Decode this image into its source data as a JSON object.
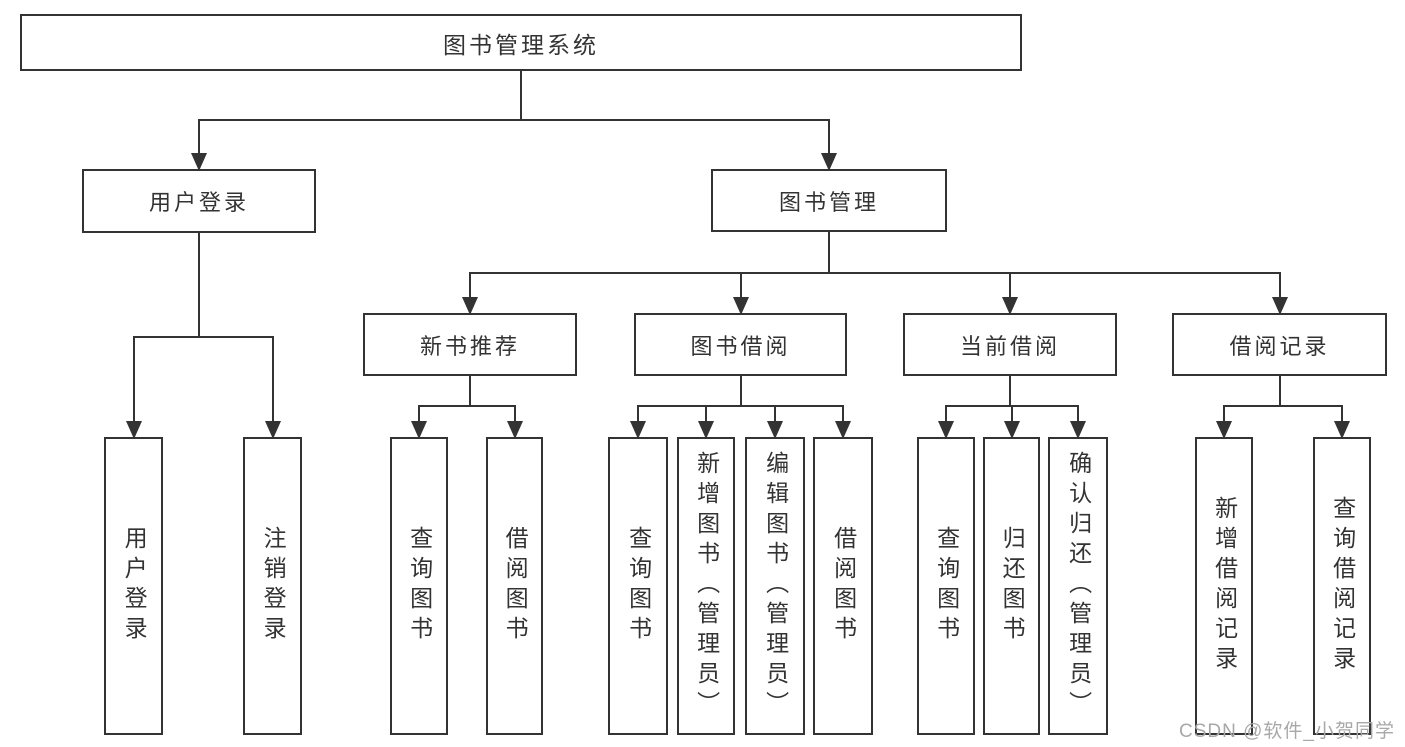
{
  "diagram": {
    "title": "图书管理系统",
    "nodes": [
      {
        "id": "root",
        "label": "图书管理系统",
        "parent": null,
        "orientation": "horizontal"
      },
      {
        "id": "user-login",
        "label": "用户登录",
        "parent": "root",
        "orientation": "horizontal"
      },
      {
        "id": "book-mgmt",
        "label": "图书管理",
        "parent": "root",
        "orientation": "horizontal"
      },
      {
        "id": "new-books",
        "label": "新书推荐",
        "parent": "book-mgmt",
        "orientation": "horizontal"
      },
      {
        "id": "book-borrow",
        "label": "图书借阅",
        "parent": "book-mgmt",
        "orientation": "horizontal"
      },
      {
        "id": "current-borrow",
        "label": "当前借阅",
        "parent": "book-mgmt",
        "orientation": "horizontal"
      },
      {
        "id": "borrow-records",
        "label": "借阅记录",
        "parent": "book-mgmt",
        "orientation": "horizontal"
      },
      {
        "id": "leaf-user-login",
        "label": "用户登录",
        "parent": "user-login",
        "orientation": "vertical"
      },
      {
        "id": "leaf-logout",
        "label": "注销登录",
        "parent": "user-login",
        "orientation": "vertical"
      },
      {
        "id": "leaf-query-books-1",
        "label": "查询图书",
        "parent": "new-books",
        "orientation": "vertical"
      },
      {
        "id": "leaf-borrow-books-1",
        "label": "借阅图书",
        "parent": "new-books",
        "orientation": "vertical"
      },
      {
        "id": "leaf-query-books-2",
        "label": "查询图书",
        "parent": "book-borrow",
        "orientation": "vertical"
      },
      {
        "id": "leaf-add-books",
        "label": "新增图书（管理员）",
        "parent": "book-borrow",
        "orientation": "vertical"
      },
      {
        "id": "leaf-edit-books",
        "label": "编辑图书（管理员）",
        "parent": "book-borrow",
        "orientation": "vertical"
      },
      {
        "id": "leaf-borrow-books-2",
        "label": "借阅图书",
        "parent": "book-borrow",
        "orientation": "vertical"
      },
      {
        "id": "leaf-query-books-3",
        "label": "查询图书",
        "parent": "current-borrow",
        "orientation": "vertical"
      },
      {
        "id": "leaf-return-books",
        "label": "归还图书",
        "parent": "current-borrow",
        "orientation": "vertical"
      },
      {
        "id": "leaf-confirm-return",
        "label": "确认归还（管理员）",
        "parent": "current-borrow",
        "orientation": "vertical"
      },
      {
        "id": "leaf-add-record",
        "label": "新增借阅记录",
        "parent": "borrow-records",
        "orientation": "vertical"
      },
      {
        "id": "leaf-query-record",
        "label": "查询借阅记录",
        "parent": "borrow-records",
        "orientation": "vertical"
      }
    ]
  },
  "watermark": {
    "text": "CSDN @软件_小贺同学"
  },
  "colors": {
    "line": "#333333",
    "text": "#333333",
    "watermark": "#a8a8a8",
    "background": "#ffffff"
  }
}
